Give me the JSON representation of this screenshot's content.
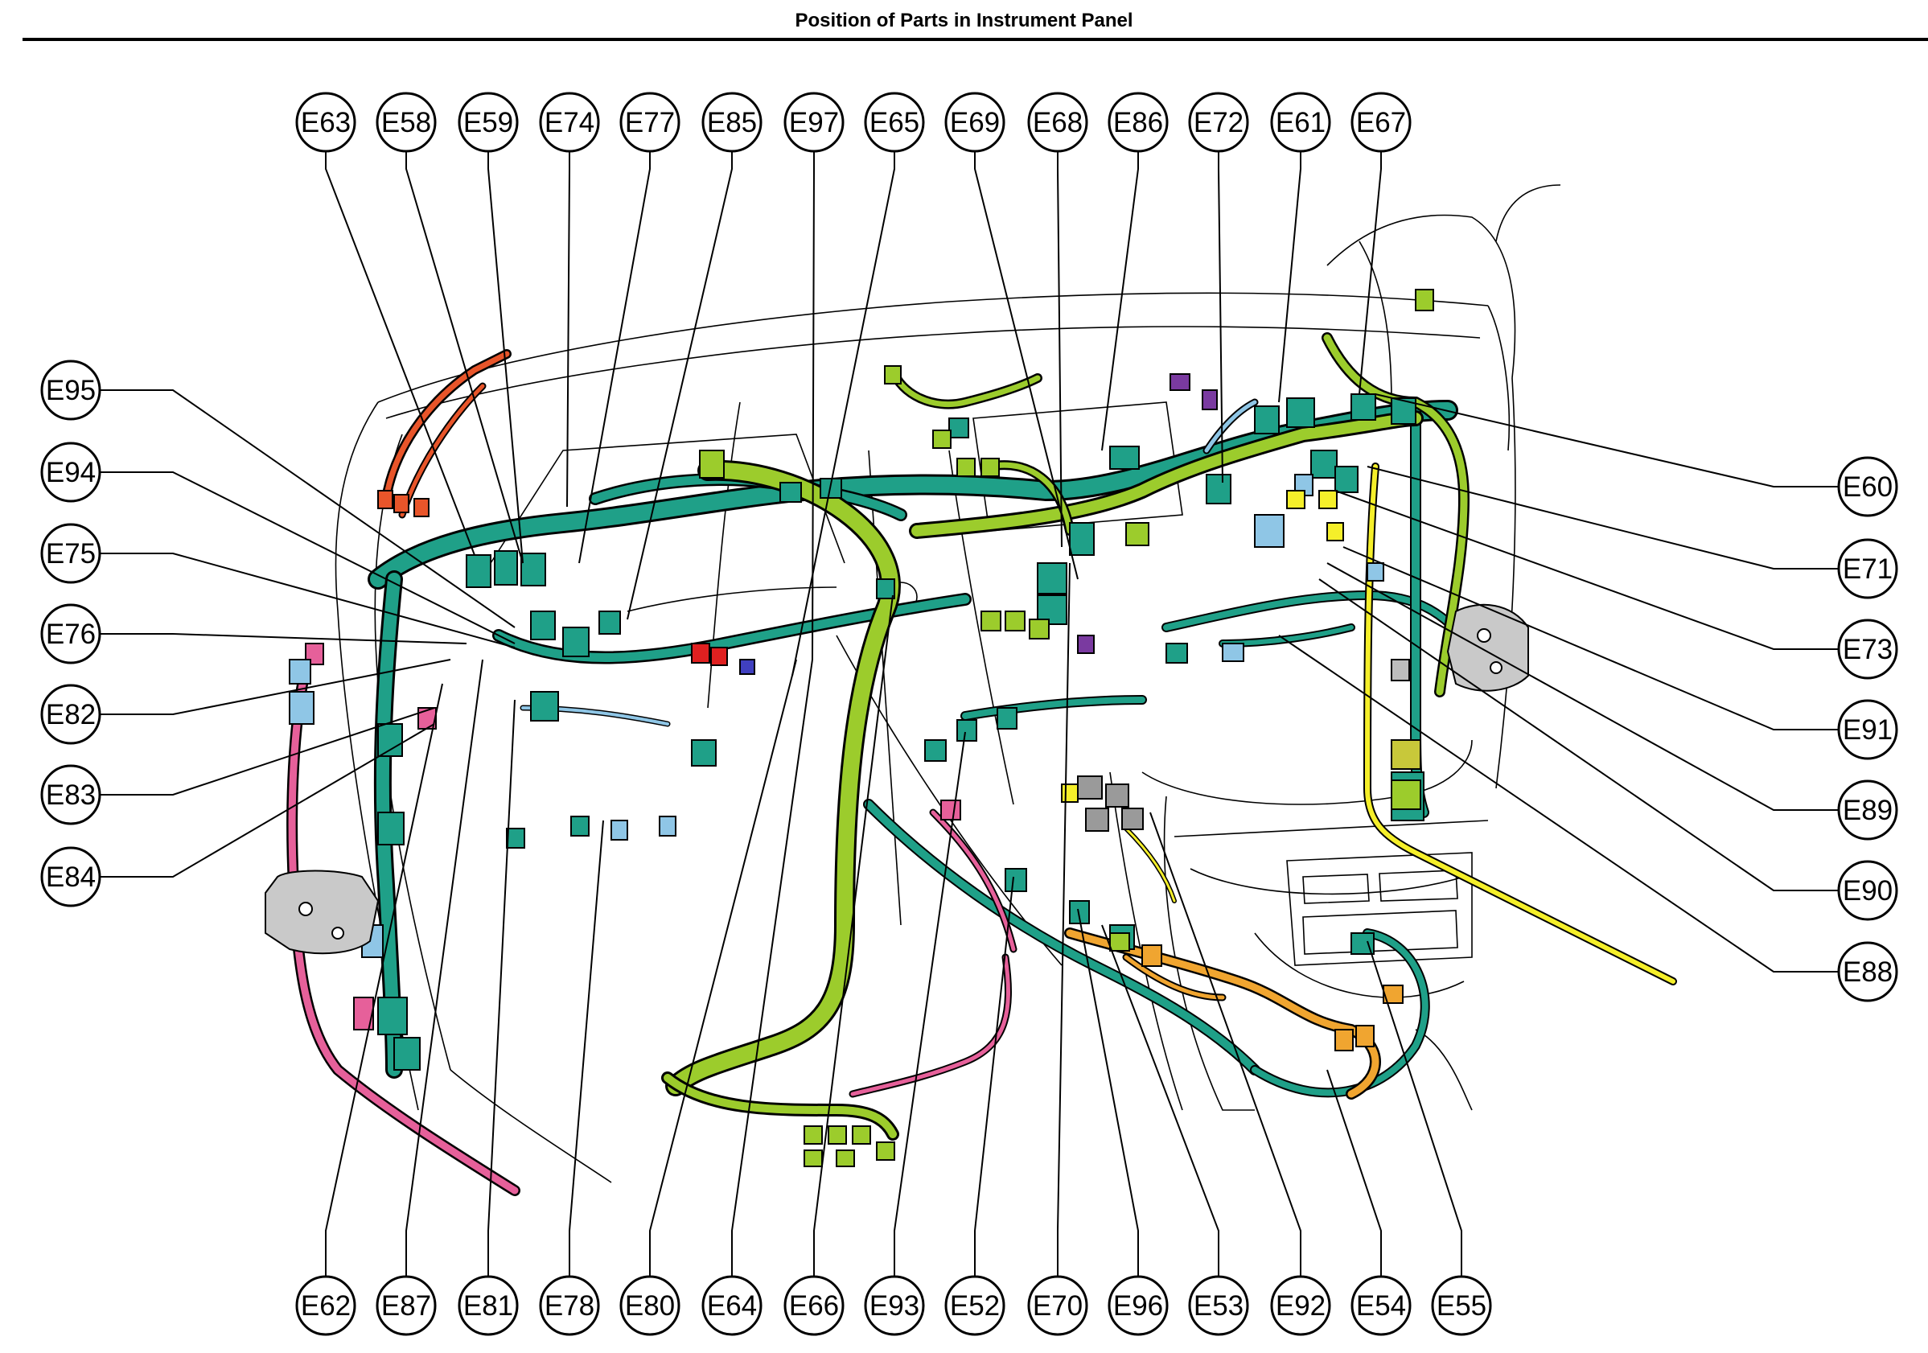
{
  "title": "Position of Parts in Instrument Panel",
  "colors": {
    "harness_teal": "#1fa088",
    "harness_lime": "#9ccc2c",
    "harness_pink": "#e6609a",
    "harness_orange": "#f0a530",
    "harness_yellow": "#f5ef2a",
    "harness_red_orange": "#e8552a",
    "connector_blue": "#8fc6e6",
    "connector_purple": "#7a3aa0",
    "bracket_gray": "#c9c9c9",
    "outline": "#000000"
  },
  "labels": {
    "top": [
      "E63",
      "E58",
      "E59",
      "E74",
      "E77",
      "E85",
      "E97",
      "E65",
      "E69",
      "E68",
      "E86",
      "E72",
      "E61",
      "E67"
    ],
    "left": [
      "E95",
      "E94",
      "E75",
      "E76",
      "E82",
      "E83",
      "E84"
    ],
    "right": [
      "E60",
      "E71",
      "E73",
      "E91",
      "E89",
      "E90",
      "E88"
    ],
    "bottom": [
      "E62",
      "E87",
      "E81",
      "E78",
      "E80",
      "E64",
      "E66",
      "E93",
      "E52",
      "E70",
      "E96",
      "E53",
      "E92",
      "E54",
      "E55"
    ]
  }
}
